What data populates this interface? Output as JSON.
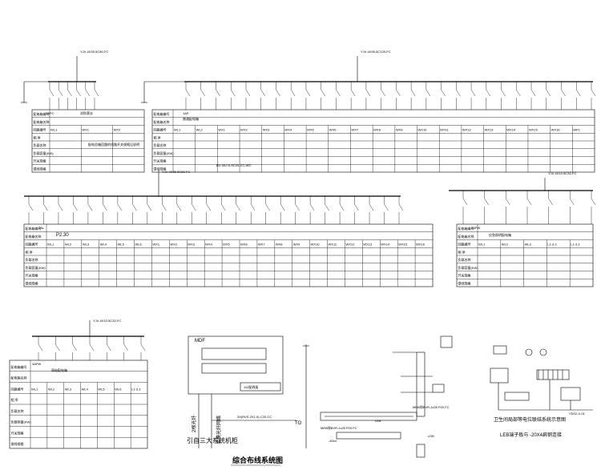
{
  "diagram_1": {
    "row_labels": [
      "配电箱编号",
      "配电箱名称",
      "回路编号",
      "相 序",
      "负载名称",
      "负载容量(KW)",
      "开关规格",
      "馈线规格"
    ],
    "box_a": {
      "id": "1APC",
      "name": "消防营业",
      "note": "配电总箱回路的线路开关规格见说明",
      "cols": [
        "WL1",
        "WX1",
        "WX2"
      ]
    },
    "box_b": {
      "id": "1AP",
      "name": "普通配电箱",
      "cols": [
        "WL1",
        "WL2",
        "WX1",
        "WX2",
        "WX3",
        "WX4",
        "WX5",
        "WX6",
        "WX7",
        "WX8",
        "WX9",
        "WX10",
        "WX11",
        "WX12",
        "WX13",
        "WX14",
        "WX15",
        "WX16",
        "WP1"
      ]
    },
    "incoming_a": "YJV-4X35-5C80-FC",
    "incoming_b": "YJV-4X95-5C125-FC",
    "feeder": "BV-3X2.5-SC20-CC-WC"
  },
  "diagram_2": {
    "box_c": {
      "id": "2AL",
      "name": "P2.30",
      "cols": [
        "WL1",
        "WL2",
        "WL3",
        "WL4",
        "WL5",
        "WL6",
        "WX1",
        "WX2",
        "WX3",
        "WX4",
        "WX5",
        "WX6",
        "WX7",
        "WX8",
        "WX9",
        "WX10",
        "WX11",
        "WX12",
        "WX13",
        "WX14",
        "WX15",
        "WX16"
      ]
    },
    "box_d": {
      "id": "2APW",
      "name": "应急照明配电箱",
      "cols": [
        "WL1",
        "WL2",
        "WL3",
        "L1-3.2",
        "L1-3.3"
      ]
    },
    "incoming_c": "YJV-4X35-5C80-FC",
    "incoming_d": "YJV-4X10-5C32-FC"
  },
  "diagram_3": {
    "box_e": {
      "id": "3APW",
      "name": "弱电配电箱",
      "cols": [
        "WL1",
        "WL2",
        "WL3",
        "WL4",
        "WL5",
        "WL6",
        "L1-3.3"
      ]
    },
    "incoming_e": "YJV-4X10-5C32-FC"
  },
  "integrated_wiring": {
    "mdf": "MDF",
    "cabinet_note": "引自三大系统机柜",
    "vertical_label": "2根光纤",
    "vertical_label2": "单模光纤网络",
    "cable_label": "3X(RVS-2X1.0)-C20-CC",
    "equipment": "110配线架",
    "to": "TO",
    "title": "综合布线系统图"
  },
  "equipotential": {
    "mfb_label": "MEB线BVR-1x25 P20 FC",
    "mfb_label2": "MEB线BVR-1x25 P20 FC",
    "flat_steel": "-40x4",
    "leb": "LEB",
    "ldb": "LDB"
  },
  "bathroom_diagram": {
    "title": "卫生间局部等电位联结系统示意图",
    "subtitle": "LEB端子板与 -20X4扁钢连接",
    "ref": "YD02-X-01"
  }
}
